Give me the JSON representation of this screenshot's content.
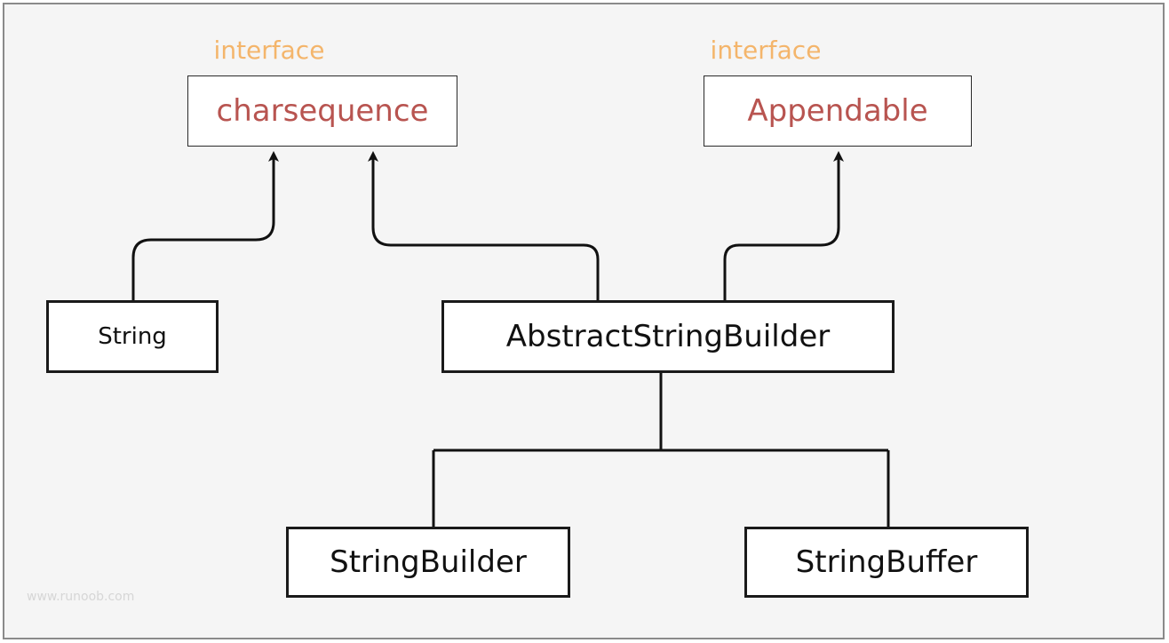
{
  "diagram": {
    "interfaces": [
      {
        "id": "charsequence",
        "stereotype": "interface",
        "name": "charsequence"
      },
      {
        "id": "appendable",
        "stereotype": "interface",
        "name": "Appendable"
      }
    ],
    "classes": [
      {
        "id": "string",
        "name": "String"
      },
      {
        "id": "abstract_string_builder",
        "name": "AbstractStringBuilder"
      },
      {
        "id": "string_builder",
        "name": "StringBuilder"
      },
      {
        "id": "string_buffer",
        "name": "StringBuffer"
      }
    ],
    "relations": [
      {
        "from": "String",
        "to": "charsequence",
        "kind": "implements"
      },
      {
        "from": "AbstractStringBuilder",
        "to": "charsequence",
        "kind": "implements"
      },
      {
        "from": "AbstractStringBuilder",
        "to": "Appendable",
        "kind": "implements"
      },
      {
        "from": "StringBuilder",
        "to": "AbstractStringBuilder",
        "kind": "extends"
      },
      {
        "from": "StringBuffer",
        "to": "AbstractStringBuilder",
        "kind": "extends"
      }
    ],
    "watermark": "www.runoob.com",
    "colors": {
      "stereotype": "#f4b56b",
      "interface_name": "#b85450",
      "line": "#111111",
      "background": "#f5f5f5"
    }
  }
}
